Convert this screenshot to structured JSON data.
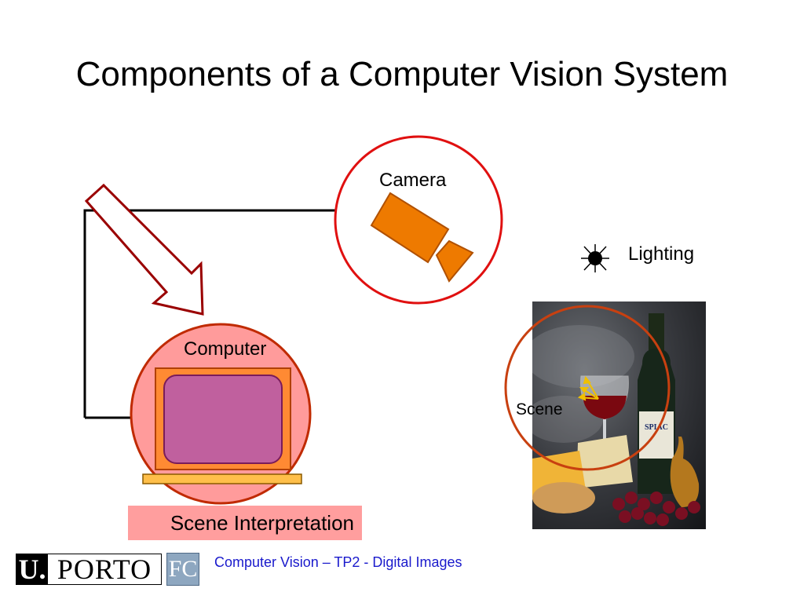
{
  "slide": {
    "title": "Components of a Computer Vision System"
  },
  "diagram": {
    "camera_label": "Camera",
    "lighting_label": "Lighting",
    "computer_label": "Computer",
    "scene_label": "Scene",
    "interpretation_label": "Scene Interpretation"
  },
  "photo": {
    "label_text": "SPIAC"
  },
  "footer": {
    "course_text": "Computer Vision – TP2 - Digital Images",
    "logo_u": "U.",
    "logo_porto": "PORTO",
    "logo_fc": "FC"
  },
  "colors": {
    "camera_fill": "#ee7a00",
    "circle_red": "#e01010",
    "arrow_red": "#9a0000",
    "computer_circle": "#ff9b9b",
    "monitor_frame": "#ff8a33",
    "monitor_screen": "#c0609e",
    "footer_link": "#1a1acc"
  }
}
